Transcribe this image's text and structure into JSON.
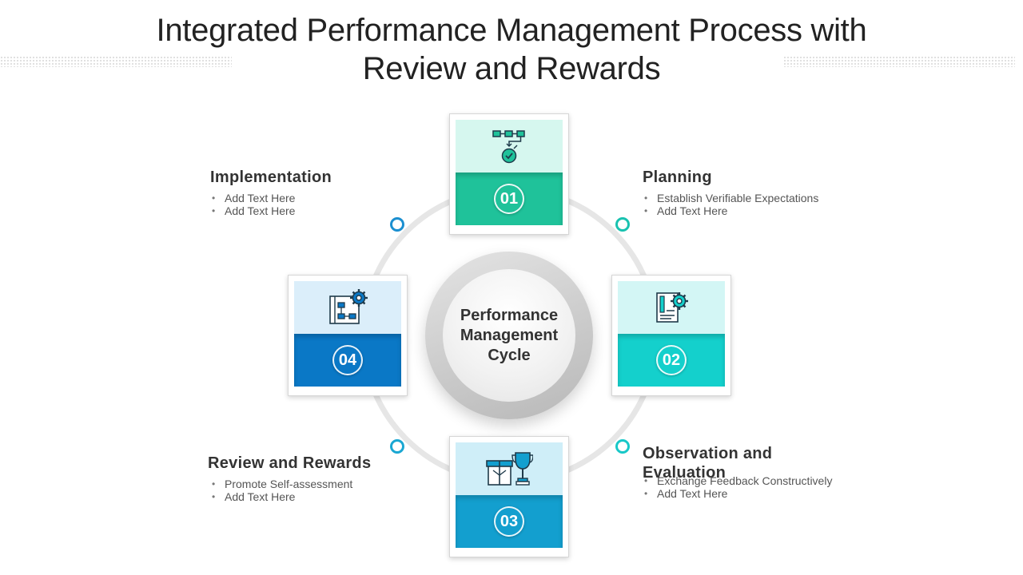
{
  "title": "Integrated Performance Management Process with Review and Rewards",
  "center_label": "Performance\nManagement\nCycle",
  "colors": {
    "step1_dark": "#1fc29a",
    "step1_light": "#d6f7ef",
    "step2_dark": "#14d0cc",
    "step2_light": "#d3f6f5",
    "step3_dark": "#139fcf",
    "step3_light": "#cfeef8",
    "step4_dark": "#0a78c6",
    "step4_light": "#dbeefa",
    "ring": "#e6e6e6",
    "text": "#333333"
  },
  "steps": [
    {
      "number": "01",
      "icon": "workflow-check-icon"
    },
    {
      "number": "02",
      "icon": "document-gear-icon"
    },
    {
      "number": "03",
      "icon": "gift-trophy-icon"
    },
    {
      "number": "04",
      "icon": "flowchart-gear-icon"
    }
  ],
  "labels": {
    "planning": {
      "title": "Planning",
      "bullets": [
        "Establish Verifiable Expectations",
        "Add Text Here"
      ]
    },
    "observation": {
      "title": "Observation and Evaluation",
      "bullets": [
        "Exchange Feedback Constructively",
        "Add Text Here"
      ]
    },
    "review": {
      "title": "Review and Rewards",
      "bullets": [
        "Promote Self-assessment",
        "Add Text Here"
      ]
    },
    "implementation": {
      "title": "Implementation",
      "bullets": [
        "Add Text Here",
        "Add Text Here"
      ]
    }
  }
}
